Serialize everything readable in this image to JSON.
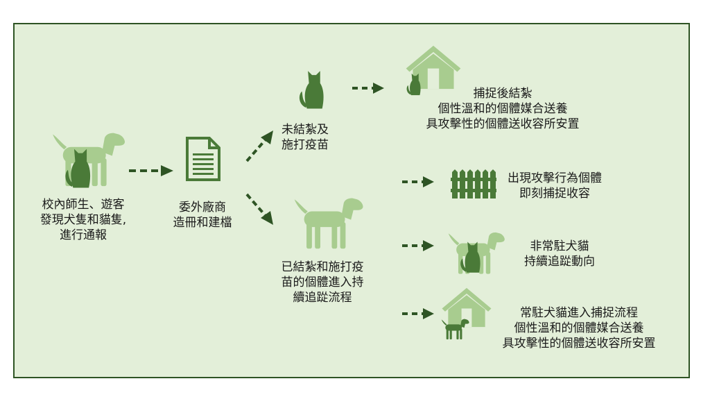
{
  "colors": {
    "dark": "#4a7a38",
    "light": "#a8cc8f",
    "background": "#e3efd9",
    "border": "#2e5424"
  },
  "nodes": {
    "report": {
      "lines": [
        "校內師生、遊客",
        "發現犬隻和貓隻,",
        "進行通報"
      ]
    },
    "register": {
      "lines": [
        "委外廠商",
        "造冊和建檔"
      ]
    },
    "unneutered": {
      "lines": [
        "未結紮及",
        "施打疫苗"
      ]
    },
    "neutered": {
      "lines": [
        "已結紮和施打疫",
        "苗的個體進入持",
        "續追踨流程"
      ]
    },
    "capture_neuter": {
      "lines": [
        "捕捉後結紮",
        "個性溫和的個體媒合送養",
        "具攻擊性的個體送收容所安置"
      ]
    },
    "aggressive": {
      "lines": [
        "出現攻擊行為個體",
        "即刻捕捉收容"
      ]
    },
    "non_resident": {
      "lines": [
        "非常駐犬貓",
        "持續追踨動向"
      ]
    },
    "resident": {
      "lines": [
        "常駐犬貓進入捕捉流程",
        "個性溫和的個體媒合送養",
        "具攻擊性的個體送收容所安置"
      ]
    }
  },
  "icons": [
    "dog-icon",
    "cat-icon",
    "document-icon",
    "house-icon",
    "fence-icon"
  ]
}
